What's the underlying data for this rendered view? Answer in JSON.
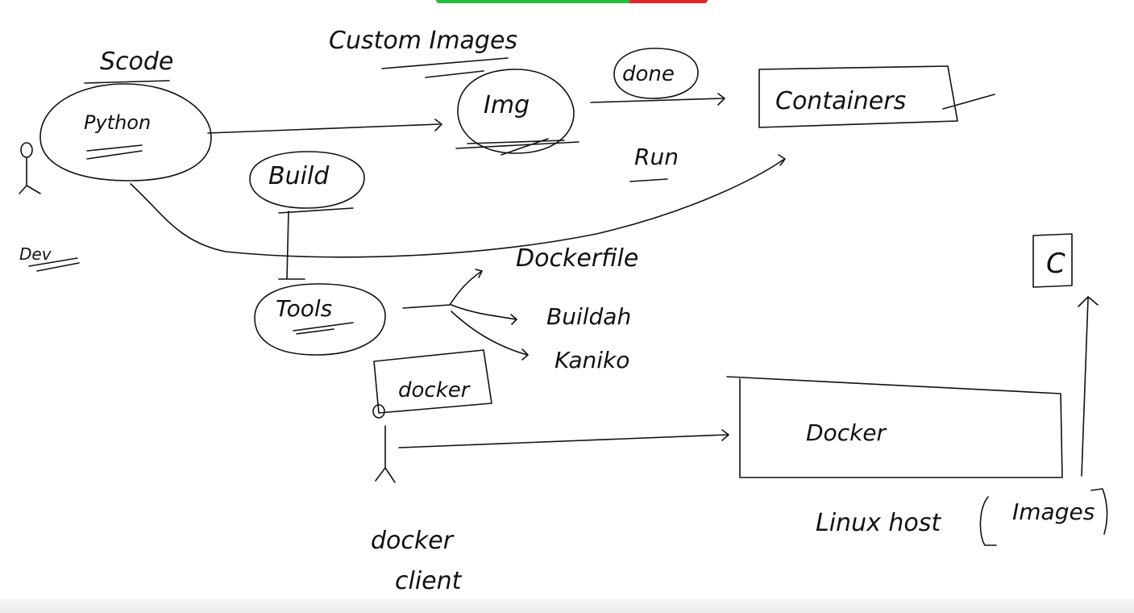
{
  "toolbar": {
    "left_color": "#1fbf3a",
    "right_color": "#e4252a"
  },
  "labels": {
    "scode": "Scode",
    "custom_images": "Custom Images",
    "python": "Python",
    "img": "Img",
    "done": "done",
    "containers": "Containers",
    "run": "Run",
    "build": "Build",
    "dev": "Dev",
    "dockerfile": "Dockerfile",
    "buildah": "Buildah",
    "kaniko": "Kaniko",
    "tools": "Tools",
    "docker_small": "docker",
    "docker_box": "Docker",
    "docker_client_1": "docker",
    "docker_client_2": "client",
    "linux_host": "Linux host",
    "images": "Images",
    "c": "C"
  }
}
